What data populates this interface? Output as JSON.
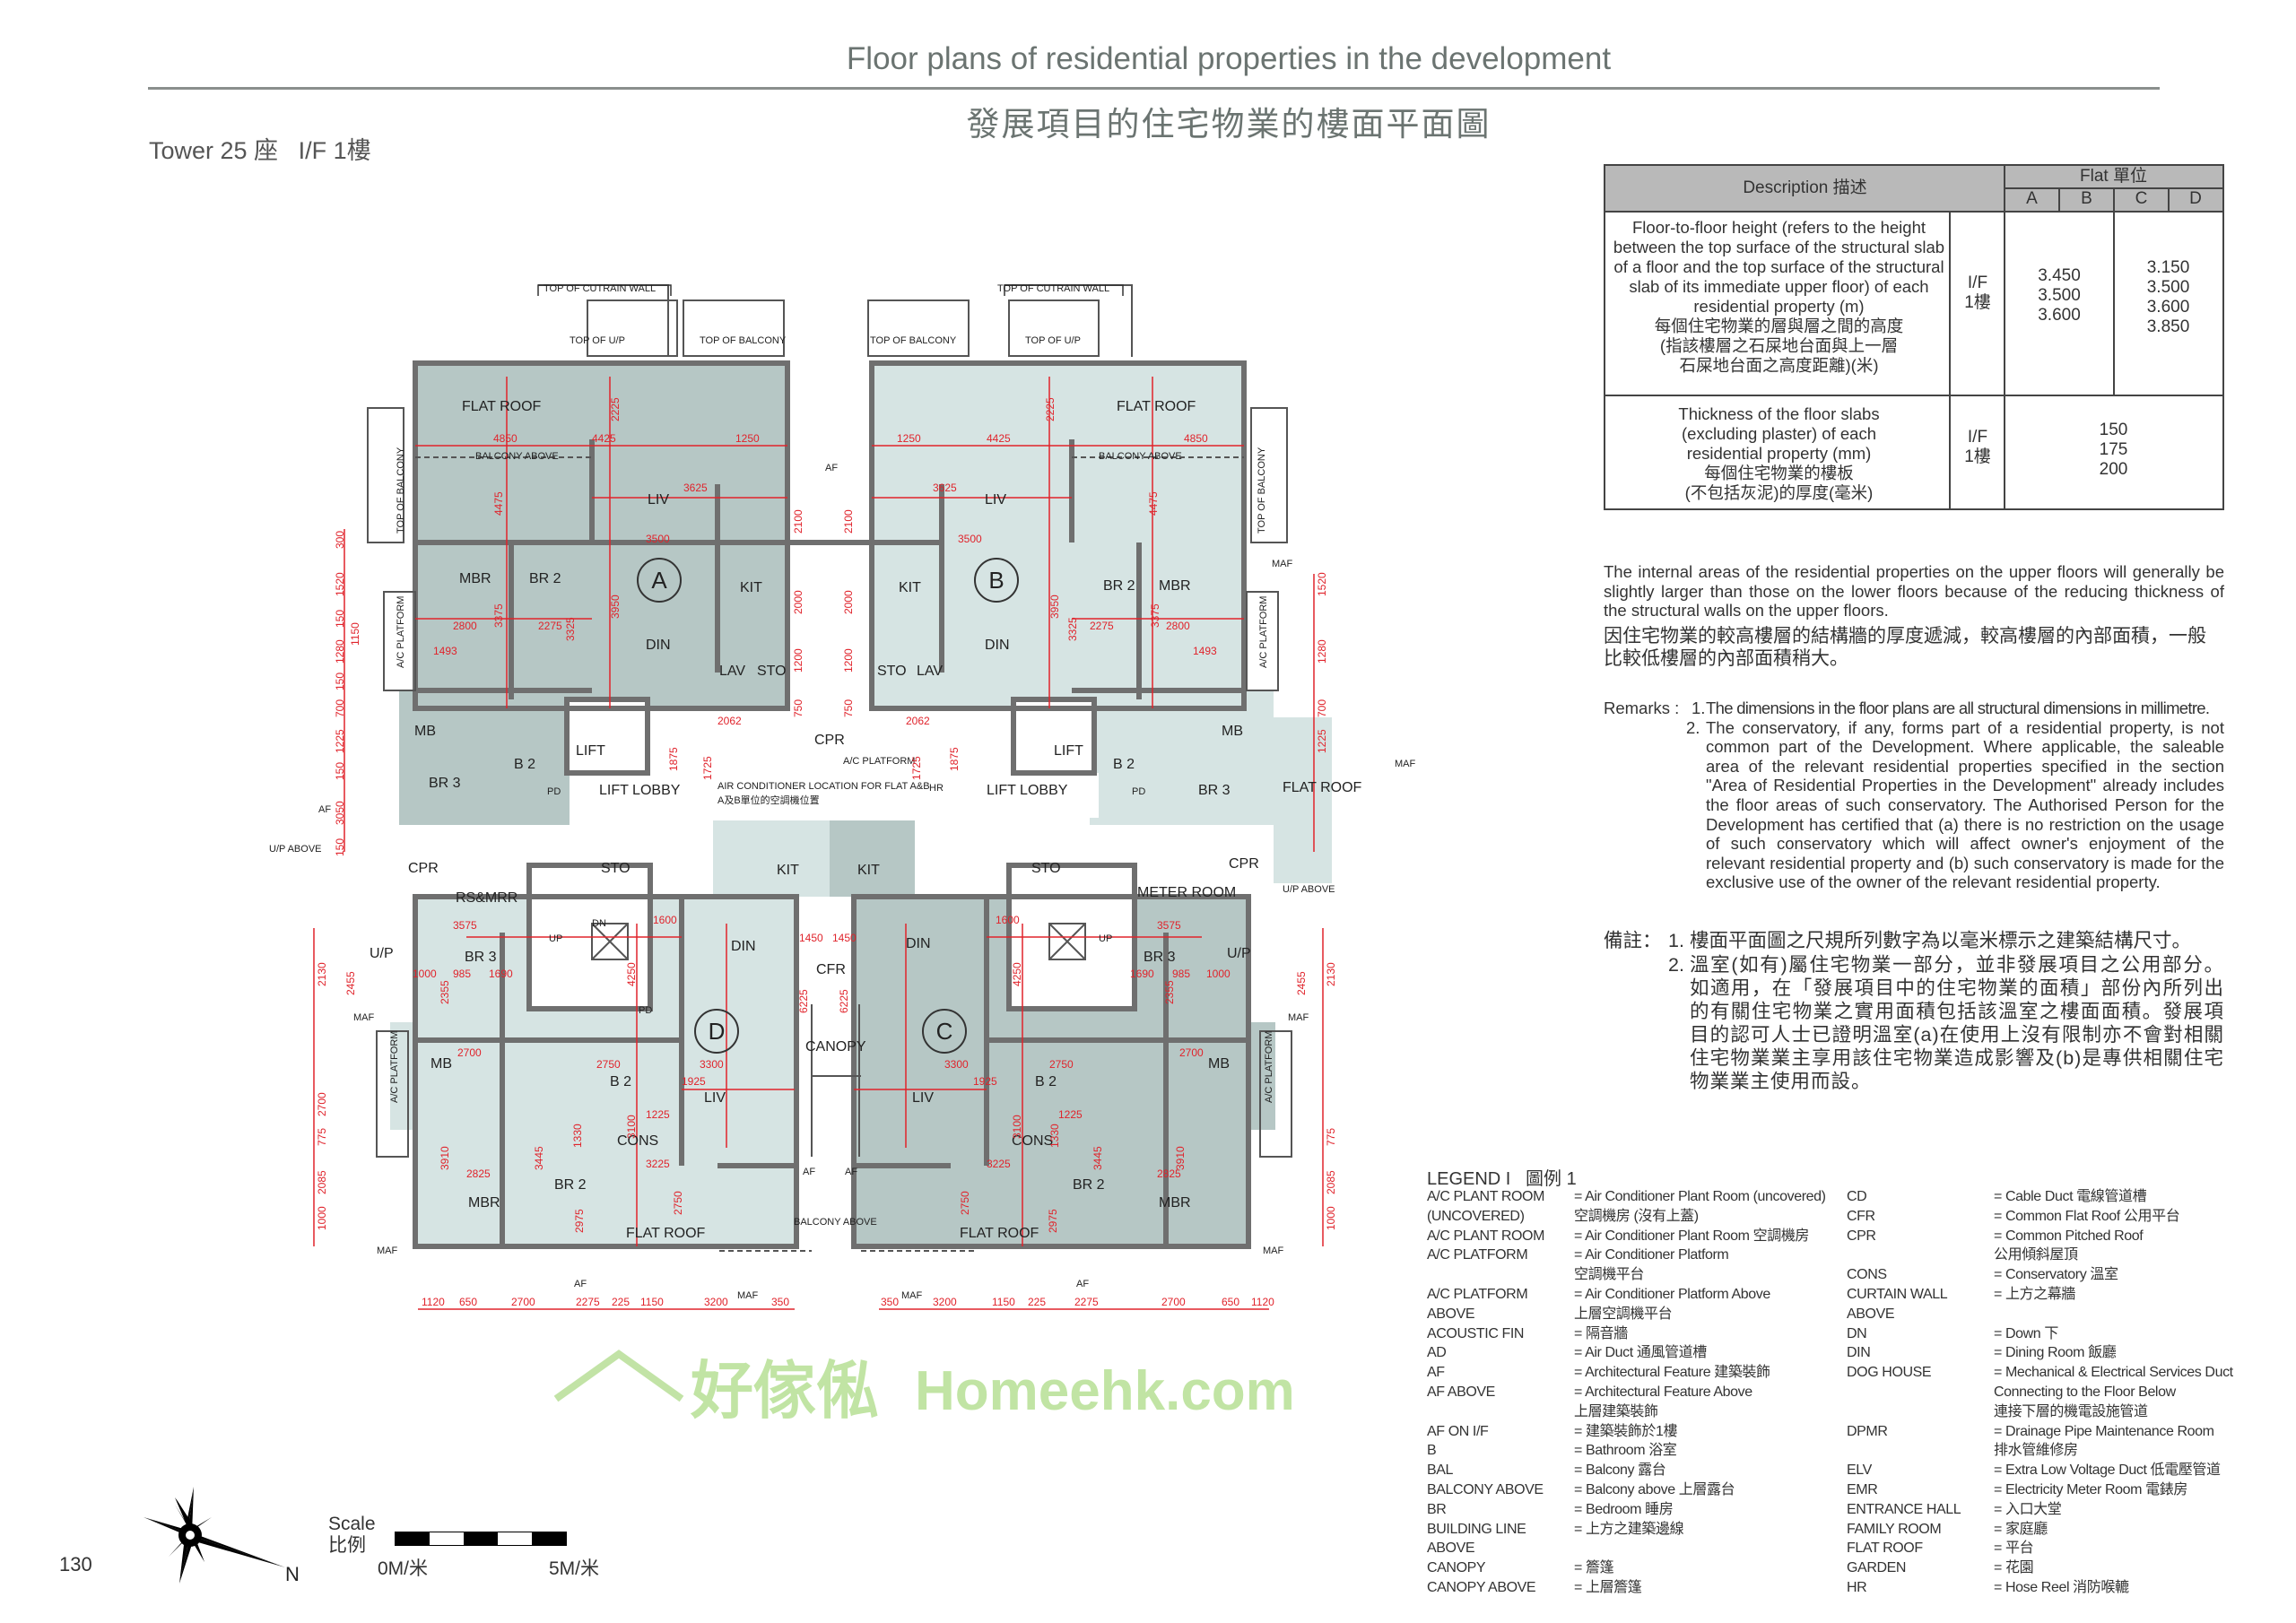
{
  "header": {
    "title_en": "Floor plans of residential properties in the development",
    "title_zh": "發展項目的住宅物業的樓面平面圖",
    "tower": "Tower 25 座",
    "floor": "I/F 1樓"
  },
  "table": {
    "desc_header": "Description 描述",
    "flat_header": "Flat 單位",
    "flats": [
      "A",
      "B",
      "C",
      "D"
    ],
    "rows": [
      {
        "description": "Floor-to-floor height (refers to the height between the top surface of the structural slab of a floor and the top surface of the structural slab of its immediate upper floor) of each residential property (m)\n每個住宅物業的層與層之間的高度\n(指該樓層之石屎地台面與上一層\n石屎地台面之高度距離)(米)",
        "floor": "I/F\n1樓",
        "ab": "3.450\n3.500\n3.600",
        "cd": "3.150\n3.500\n3.600\n3.850"
      },
      {
        "description": "Thickness of the floor slabs\n(excluding plaster) of each\nresidential property (mm)\n每個住宅物業的樓板\n(不包括灰泥)的厚度(毫米)",
        "floor": "I/F\n1樓",
        "abcd": "150\n175\n200"
      }
    ]
  },
  "notes": {
    "internal_en": "The internal areas of the residential properties on the upper floors will generally be slightly larger than those on the lower floors because of the reducing thickness of the structural walls on the upper floors.",
    "internal_zh": "因住宅物業的較高樓層的結構牆的厚度遞減，較高樓層的內部面積，一般比較低樓層的內部面積稍大。",
    "remarks_label": "Remarks :",
    "remark1_num": "1.",
    "remark1": "The dimensions in the floor plans are all structural dimensions in millimetre.",
    "remark2_num": "2.",
    "remark2": "The conservatory, if any, forms part of a residential property, is not common part of the Development. Where applicable, the saleable area of the relevant residential properties specified in the section \"Area of Residential Properties in the Development\" already includes the floor areas of such conservatory. The Authorised Person for the Development has certified that (a) there is no restriction on the usage of such conservatory which will affect owner's enjoyment of the relevant residential property and (b) such conservatory is made for the exclusive use of the owner of the relevant residential property.",
    "remarks_label_zh": "備註：",
    "remark1_zh_num": "1.",
    "remark1_zh": "樓面平面圖之尺規所列數字為以毫米標示之建築結構尺寸。",
    "remark2_zh_num": "2.",
    "remark2_zh": "溫室(如有)屬住宅物業一部分，並非發展項目之公用部分。如適用，在「發展項目中的住宅物業的面積」部份內所列出的有關住宅物業之實用面積包括該溫室之樓面面積。發展項目的認可人士已證明溫室(a)在使用上沒有限制亦不會對相關住宅物業業主享用該住宅物業造成影響及(b)是專供相關住宅物業業主使用而設。"
  },
  "legend": {
    "title": "LEGEND I   圖例 1",
    "left": [
      {
        "term": "A/C PLANT ROOM\n(UNCOVERED)",
        "def": "= Air Conditioner Plant Room (uncovered)\n   空調機房 (沒有上蓋)"
      },
      {
        "term": "A/C PLANT ROOM",
        "def": "= Air Conditioner Plant Room 空調機房"
      },
      {
        "term": "A/C PLATFORM",
        "def": "= Air Conditioner Platform\n   空調機平台"
      },
      {
        "term": "A/C PLATFORM ABOVE",
        "def": "= Air Conditioner Platform Above\n   上層空調機平台"
      },
      {
        "term": "ACOUSTIC FIN",
        "def": "= 隔音牆"
      },
      {
        "term": "AD",
        "def": "= Air Duct 通風管道槽"
      },
      {
        "term": "AF",
        "def": "= Architectural Feature 建築裝飾"
      },
      {
        "term": "AF ABOVE",
        "def": "= Architectural Feature Above\n   上層建築裝飾"
      },
      {
        "term": "AF ON I/F",
        "def": "= 建築裝飾於1樓"
      },
      {
        "term": "B",
        "def": "= Bathroom 浴室"
      },
      {
        "term": "BAL",
        "def": "= Balcony 露台"
      },
      {
        "term": "BALCONY ABOVE",
        "def": "= Balcony above 上層露台"
      },
      {
        "term": "BR",
        "def": "= Bedroom 睡房"
      },
      {
        "term": "BUILDING LINE ABOVE",
        "def": "= 上方之建築邊線"
      },
      {
        "term": "CANOPY",
        "def": "= 簷篷"
      },
      {
        "term": "CANOPY ABOVE",
        "def": "= 上層簷篷"
      }
    ],
    "right": [
      {
        "term": "CD",
        "def": "= Cable Duct 電線管道槽"
      },
      {
        "term": "CFR",
        "def": "= Common Flat Roof 公用平台"
      },
      {
        "term": "CPR",
        "def": "= Common Pitched Roof\n   公用傾斜屋頂"
      },
      {
        "term": "CONS",
        "def": "= Conservatory 溫室"
      },
      {
        "term": "CURTAIN WALL ABOVE",
        "def": "= 上方之幕牆"
      },
      {
        "term": "DN",
        "def": "= Down 下"
      },
      {
        "term": "DIN",
        "def": "= Dining Room 飯廳"
      },
      {
        "term": "DOG HOUSE",
        "def": "= Mechanical & Electrical Services Duct\n   Connecting to the Floor Below\n   連接下層的機電設施管道"
      },
      {
        "term": "DPMR",
        "def": "= Drainage Pipe Maintenance Room\n   排水管維修房"
      },
      {
        "term": "ELV",
        "def": "= Extra Low Voltage Duct 低電壓管道"
      },
      {
        "term": "EMR",
        "def": "= Electricity Meter Room 電錶房"
      },
      {
        "term": "ENTRANCE HALL",
        "def": "= 入口大堂"
      },
      {
        "term": "FAMILY ROOM",
        "def": "= 家庭廳"
      },
      {
        "term": "FLAT ROOF",
        "def": "= 平台"
      },
      {
        "term": "GARDEN",
        "def": "= 花園"
      },
      {
        "term": "HR",
        "def": "= Hose Reel 消防喉轆"
      }
    ]
  },
  "footer": {
    "page_number": "130",
    "north": "N",
    "scale_en": "Scale",
    "scale_zh": "比例",
    "scale_start": "0M/米",
    "scale_end": "5M/米"
  },
  "watermark": {
    "zh": "好傢俬",
    "en": "Homeehk.com"
  },
  "colors": {
    "unit_dark": "#b6c7c5",
    "unit_light": "#d6e4e3",
    "wall": "#6f6f6f",
    "dimension": "#e0232b"
  },
  "plan": {
    "flat_letters": [
      "A",
      "B",
      "C",
      "D"
    ],
    "labels": {
      "flat_roof": "FLAT ROOF",
      "balcony_above": "BALCONY ABOVE",
      "liv": "LIV",
      "din": "DIN",
      "kit": "KIT",
      "mbr": "MBR",
      "br2": "BR 2",
      "br3": "BR 3",
      "mb": "MB",
      "b2": "B 2",
      "sto": "STO",
      "lav": "LAV",
      "lift": "LIFT",
      "lift_lobby": "LIFT LOBBY",
      "cpr": "CPR",
      "ac_platform": "A/C PLATFORM",
      "pd": "PD",
      "top_curtain": "TOP OF CUTRAIN WALL",
      "top_up": "TOP OF U/P",
      "top_balcony": "TOP OF BALCONY",
      "maf": "MAF",
      "af": "AF",
      "up_above": "U/P ABOVE",
      "rs_mrr": "RS&MRR",
      "up": "UP",
      "dn": "DN",
      "up_room": "U/P",
      "cons": "CONS",
      "cfr": "CFR",
      "canopy": "CANOPY",
      "meter_room": "METER\nROOM",
      "hr": "HR",
      "ac_location": "AIR CONDITIONER LOCATION FOR FLAT A&B",
      "ac_location_zh": "A及B單位的空調機位置"
    },
    "dims_top": [
      "4850",
      "4425",
      "1250",
      "3625",
      "3500",
      "2225",
      "4475",
      "3950",
      "3375",
      "3325",
      "2800",
      "2275",
      "1493",
      "2100",
      "2000",
      "1200",
      "750",
      "2062",
      "1725",
      "1875"
    ],
    "dims_left": [
      "300",
      "1520",
      "150",
      "1280",
      "150",
      "700",
      "1150",
      "1225",
      "150",
      "3050",
      "150"
    ],
    "dims_lower": [
      "3575",
      "2355",
      "2130",
      "2455",
      "1000",
      "985",
      "1690",
      "2700",
      "2750",
      "3300",
      "3100",
      "4250",
      "1925",
      "1225",
      "3225",
      "2750",
      "2825",
      "3910",
      "3445",
      "2975",
      "1330",
      "6225",
      "1450",
      "1600",
      "2085",
      "775",
      "1000"
    ],
    "dims_bottom": [
      "1120",
      "650",
      "2700",
      "2275",
      "225",
      "1150",
      "3200",
      "350",
      "350",
      "3200",
      "1150",
      "225",
      "2275",
      "2700",
      "650",
      "1120"
    ]
  }
}
